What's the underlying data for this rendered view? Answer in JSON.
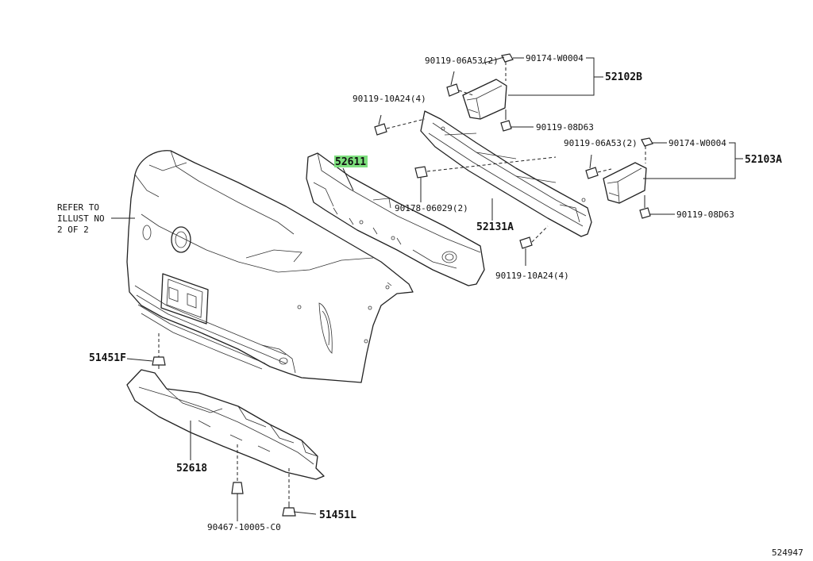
{
  "labels": {
    "p52611": "52611",
    "p90119_06A53_a": "90119-06A53(2)",
    "p90174_W0004_a": "90174-W0004",
    "p52102B": "52102B",
    "p90119_10A24_a": "90119-10A24(4)",
    "p90119_08D63_a": "90119-08D63",
    "p90119_06A53_b": "90119-06A53(2)",
    "p90174_W0004_b": "90174-W0004",
    "p52103A": "52103A",
    "p90178_06029": "90178-06029(2)",
    "p52131A": "52131A",
    "p90119_08D63_b": "90119-08D63",
    "p90119_10A24_b": "90119-10A24(4)",
    "p51451F": "51451F",
    "p52618": "52618",
    "p90467_10005": "90467-10005-C0",
    "p51451L": "51451L",
    "ref_line1": "REFER TO",
    "ref_line2": "ILLUST NO",
    "ref_line3": "2 OF 2",
    "diagram_id": "524947"
  },
  "colors": {
    "highlight": "#7ee07e",
    "line": "#222222"
  }
}
